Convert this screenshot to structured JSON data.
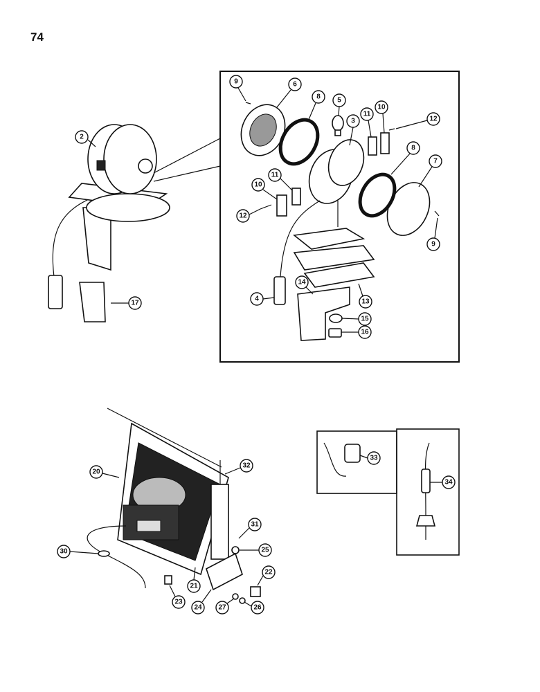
{
  "page_number": "74",
  "callouts": {
    "c2": "2",
    "c3": "3",
    "c4": "4",
    "c5": "5",
    "c6": "6",
    "c7": "7",
    "c8a": "8",
    "c8b": "8",
    "c9a": "9",
    "c9b": "9",
    "c10a": "10",
    "c10b": "10",
    "c11a": "11",
    "c11b": "11",
    "c12a": "12",
    "c12b": "12",
    "c13": "13",
    "c14": "14",
    "c15": "15",
    "c16": "16",
    "c17": "17",
    "c20": "20",
    "c21": "21",
    "c22": "22",
    "c23": "23",
    "c24": "24",
    "c25": "25",
    "c26": "26",
    "c27": "27",
    "c30": "30",
    "c31": "31",
    "c32": "32",
    "c33": "33",
    "c34": "34"
  }
}
